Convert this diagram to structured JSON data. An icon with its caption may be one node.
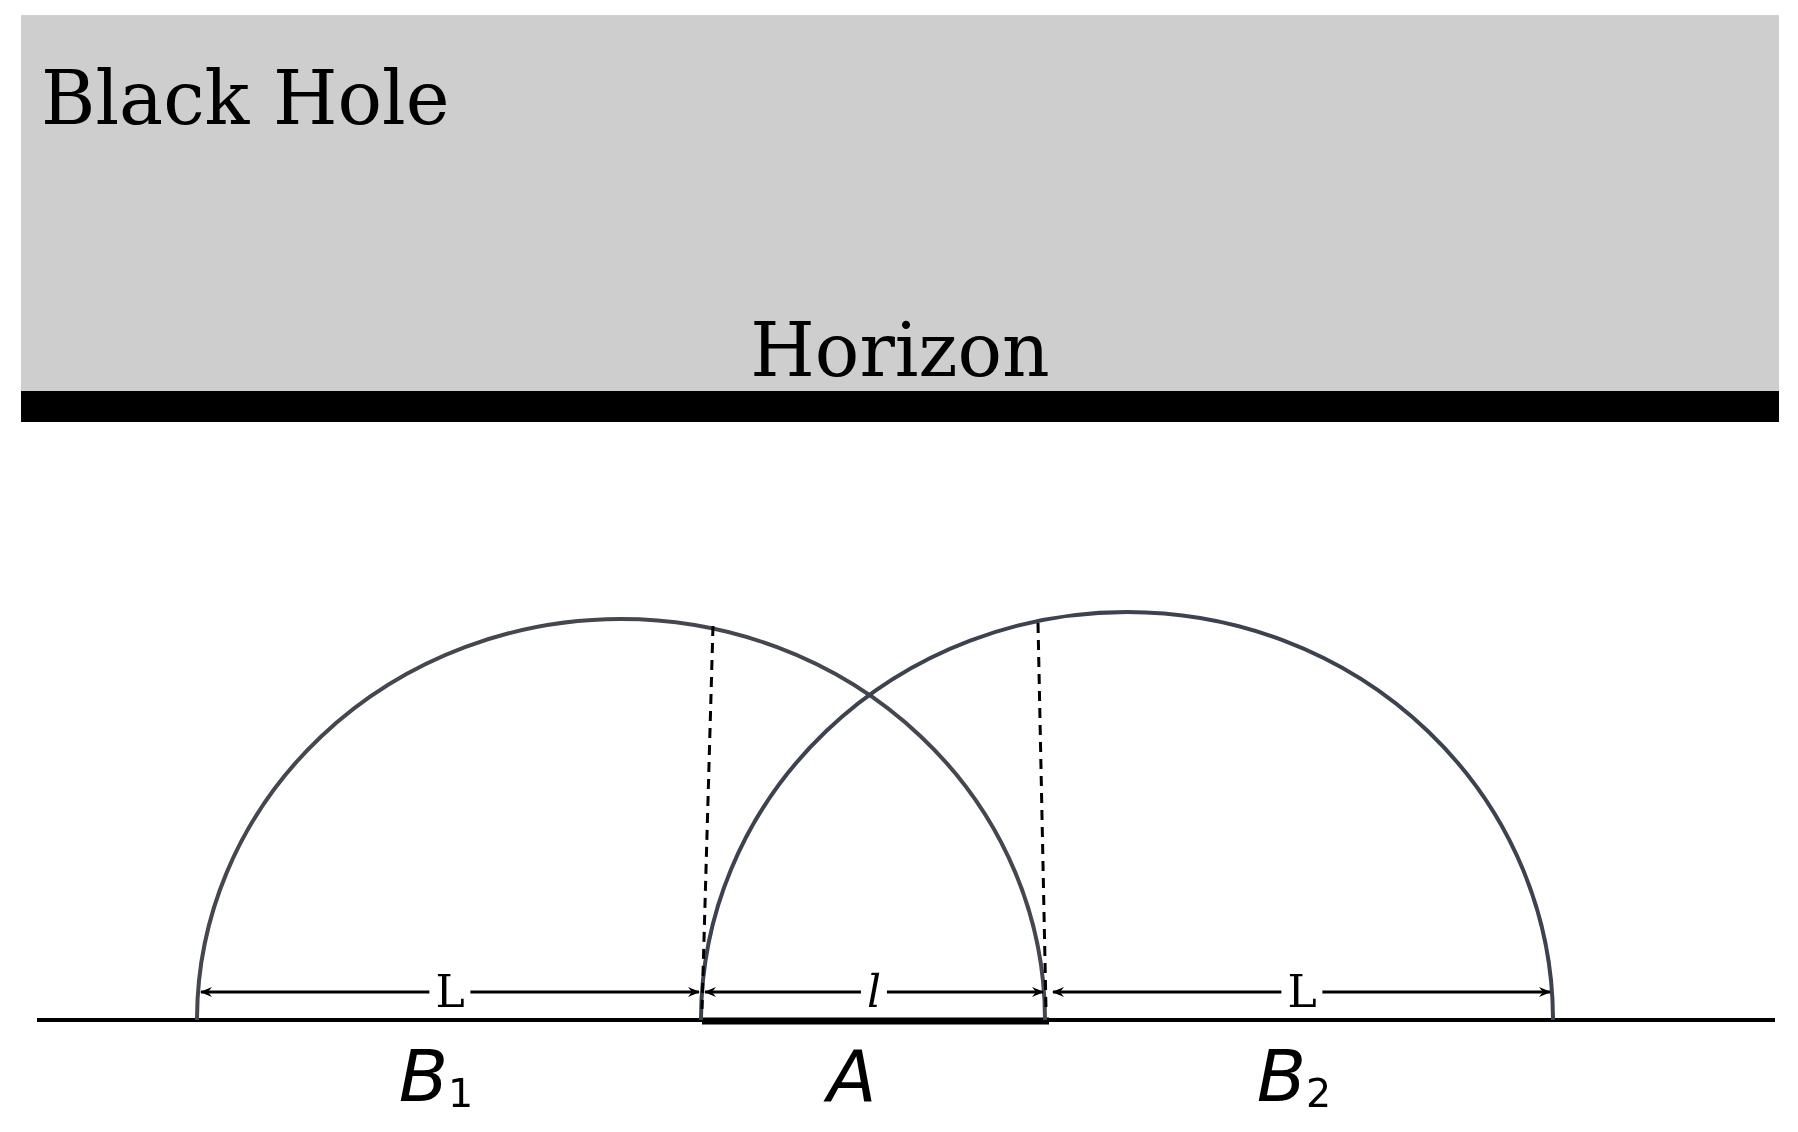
{
  "diagram": {
    "nodes": [
      {
        "text": [
          "Black Hole"
        ]
      },
      {
        "text": [],
        "shape": "bar",
        "beside": [
          "Horizon"
        ]
      }
    ],
    "edges": [],
    "labels": [
      "L",
      "l",
      "L",
      "*B*$_{1}$",
      "*A*",
      "*B*$_{2}$"
    ]
  }
}
